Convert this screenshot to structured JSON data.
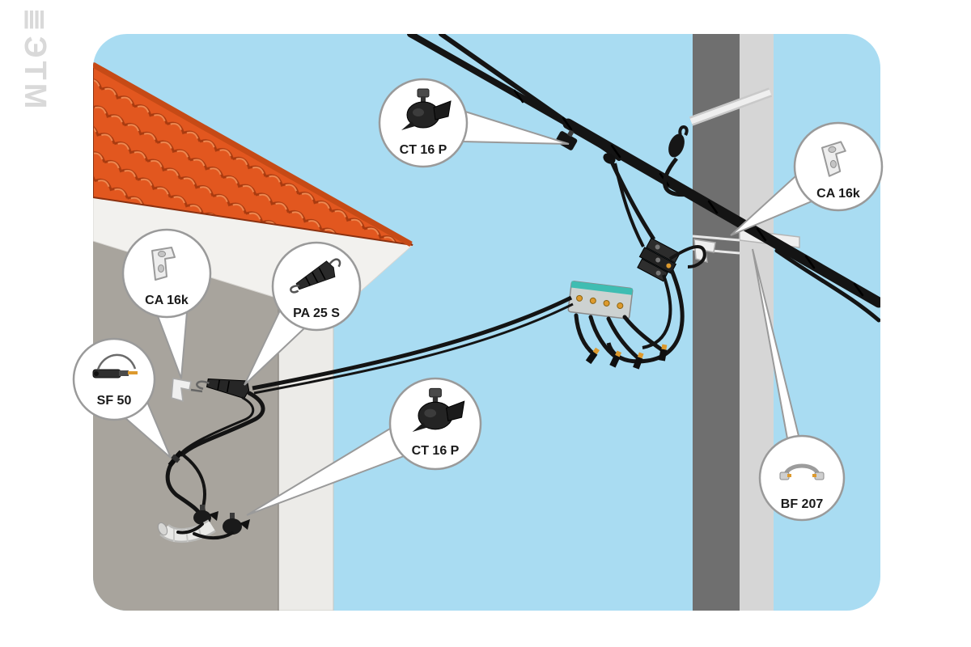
{
  "watermark": {
    "logo": "≣",
    "text": "ЭТМ"
  },
  "callouts": [
    {
      "id": "ct16p-top",
      "label": "CT 16 P"
    },
    {
      "id": "ca16k-pole",
      "label": "CA 16k"
    },
    {
      "id": "ca16k-house",
      "label": "CA 16k"
    },
    {
      "id": "pa25s",
      "label": "PA 25 S"
    },
    {
      "id": "sf50",
      "label": "SF 50"
    },
    {
      "id": "ct16p-house",
      "label": "CT 16 P"
    },
    {
      "id": "bf207",
      "label": "BF 207"
    }
  ],
  "colors": {
    "sky": "#A9DCF2",
    "roof_tile": "#E2571F",
    "roof_tile_shadow": "#A83A0F",
    "wall_front": "#A8A49D",
    "wall_side": "#ECEBE8",
    "soffit": "#F2F1EE",
    "pole_front": "#6F6F6F",
    "pole_side": "#D6D6D6",
    "cable": "#141414",
    "callout_border": "#9A9A9A",
    "accent_orange": "#DD9A2E",
    "accent_teal": "#3FBDB2"
  }
}
